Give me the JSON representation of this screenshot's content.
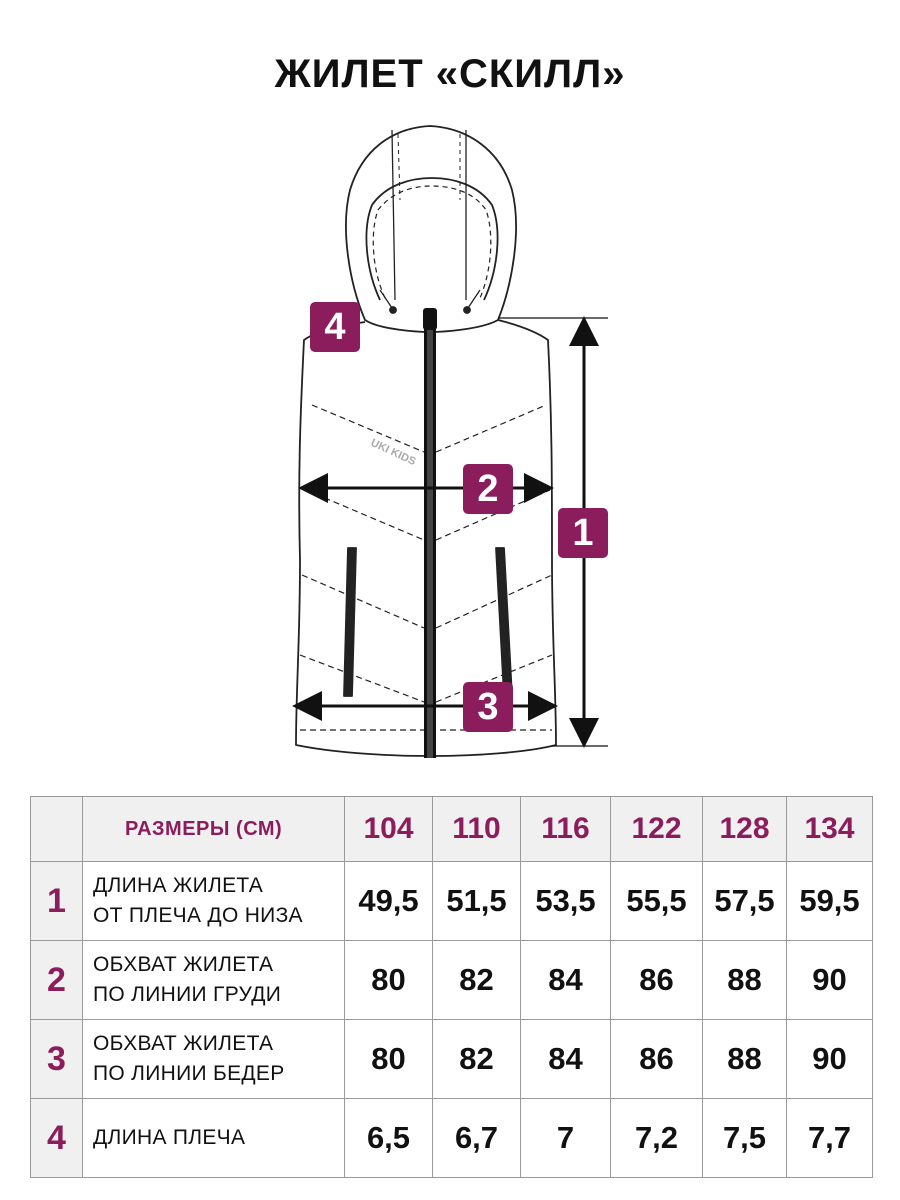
{
  "title": "ЖИЛЕТ «СКИЛЛ»",
  "brand": "UKI KIDS",
  "accent_color": "#8b1d5c",
  "badges": [
    "1",
    "2",
    "3",
    "4"
  ],
  "table": {
    "header_label": "РАЗМЕРЫ (СМ)",
    "sizes": [
      "104",
      "110",
      "116",
      "122",
      "128",
      "134"
    ],
    "rows": [
      {
        "num": "1",
        "label_line1": "ДЛИНА ЖИЛЕТА",
        "label_line2": "ОТ ПЛЕЧА ДО НИЗА",
        "values": [
          "49,5",
          "51,5",
          "53,5",
          "55,5",
          "57,5",
          "59,5"
        ]
      },
      {
        "num": "2",
        "label_line1": "ОБХВАТ ЖИЛЕТА",
        "label_line2": "ПО ЛИНИИ ГРУДИ",
        "values": [
          "80",
          "82",
          "84",
          "86",
          "88",
          "90"
        ]
      },
      {
        "num": "3",
        "label_line1": "ОБХВАТ ЖИЛЕТА",
        "label_line2": "ПО ЛИНИИ БЕДЕР",
        "values": [
          "80",
          "82",
          "84",
          "86",
          "88",
          "90"
        ]
      },
      {
        "num": "4",
        "label_line1": "ДЛИНА ПЛЕЧА",
        "label_line2": "",
        "values": [
          "6,5",
          "6,7",
          "7",
          "7,2",
          "7,5",
          "7,7"
        ]
      }
    ]
  }
}
